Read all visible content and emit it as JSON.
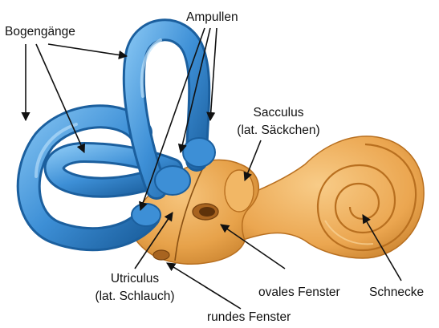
{
  "labels": {
    "bogengaenge": "Bogengänge",
    "ampullen": "Ampullen",
    "sacculus_1": "Sacculus",
    "sacculus_2": "(lat. Säckchen)",
    "utriculus_1": "Utriculus",
    "utriculus_2": "(lat. Schlauch)",
    "ovales_fenster": "ovales Fenster",
    "schnecke": "Schnecke",
    "rundes_fenster": "rundes Fenster"
  },
  "colors": {
    "canals_blue": "#3d8fd6",
    "canals_dark": "#1b5f9e",
    "vestibule_orange": "#e7a24a",
    "cochlea_orange": "#eba650",
    "orange_dark": "#b86f1f"
  }
}
